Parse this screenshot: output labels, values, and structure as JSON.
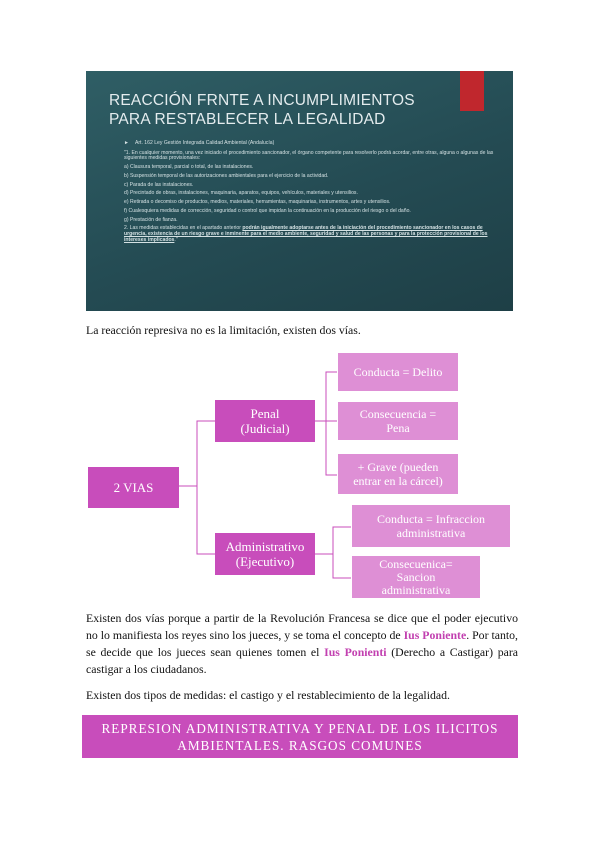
{
  "slide": {
    "title_line1": "REACCIÓN FRNTE A INCUMPLIMIENTOS",
    "title_line2": "PARA RESTABLECER LA LEGALIDAD",
    "article": "Art. 162 Ley Gestión Integrada Calidad Ambiental (Andalucía)",
    "intro": "\"1. En cualquier momento, una vez iniciado el procedimiento sancionador, el órgano competente para resolverlo podrá acordar, entre otras, alguna o algunas de las siguientes medidas provisionales:",
    "item_a": "a) Clausura temporal, parcial o total, de las instalaciones.",
    "item_b": "b) Suspensión temporal de las autorizaciones ambientales para el ejercicio de la actividad.",
    "item_c": "c) Parada de las instalaciones.",
    "item_d": "d) Precintado de obras, instalaciones, maquinaria, aparatos, equipos, vehículos, materiales y utensilios.",
    "item_e": "e) Retirada o decomiso de productos, medios, materiales, herramientas, maquinarias, instrumentos, artes y utensilios.",
    "item_f": "f) Cualesquiera medidas de corrección, seguridad o control que impidan la continuación en la producción del riesgo o del daño.",
    "item_g": "g) Prestación de fianza.",
    "item_2_start": "2. Las medidas establecidas en el apartado anterior ",
    "item_2_underlined": "podrán igualmente adoptarse antes de la iniciación del procedimiento sancionador en los casos de urgencia, existencia de un riesgo grave e inminente para el medio ambiente, seguridad y salud de las personas y para la protección provisional de los intereses implicados",
    "item_2_end": ".\""
  },
  "paragraph1": "La reacción represiva no es la limitación, existen dos vías.",
  "diagram": {
    "root": "2 VIAS",
    "penal_line1": "Penal",
    "penal_line2": "(Judicial)",
    "admin_line1": "Administrativo",
    "admin_line2": "(Ejecutivo)",
    "penal_children": {
      "c1": "Conducta = Delito",
      "c2_line1": "Consecuencia =",
      "c2_line2": "Pena",
      "c3_line1": "+ Grave (pueden",
      "c3_line2": "entrar en la cárcel)"
    },
    "admin_children": {
      "c1_line1": "Conducta = Infraccion",
      "c1_line2": "administrativa",
      "c2_line1": "Consecuenica=",
      "c2_line2": "Sancion",
      "c2_line3": "administrativa"
    },
    "colors": {
      "dark": "#c84dbb",
      "light": "#de8fd5",
      "line": "#c84dbb"
    }
  },
  "paragraph2": {
    "part1": "Existen dos vías porque a partir de la Revolución Francesa se dice que el poder ejecutivo no lo manifiesta los reyes sino los jueces, y se toma el concepto de ",
    "term1": "Ius Poniente",
    "part2": ". Por tanto, se decide que los jueces sean quienes tomen el ",
    "term2": "Ius Ponienti",
    "part3": " (Derecho a Castigar) para castigar a los ciudadanos."
  },
  "paragraph3": "Existen dos tipos de medidas: el castigo y el restablecimiento de la legalidad.",
  "banner": {
    "line1": "REPRESION ADMINISTRATIVA Y PENAL DE LOS ILICITOS",
    "line2": "AMBIENTALES. RASGOS COMUNES"
  }
}
